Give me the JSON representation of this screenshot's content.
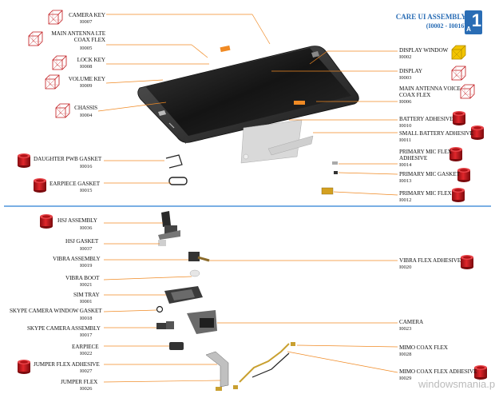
{
  "title": {
    "line1": "CARE UI ASSEMBLY",
    "line2": "(I0002 - I0016)",
    "badge_letter": "A",
    "badge_number": "1"
  },
  "watermark": {
    "text": "windowsmania.pl",
    "part1": "windows",
    "part2": "mania.pl"
  },
  "colors": {
    "orange_line": "#f08a24",
    "blue_divider": "#2a7fd4",
    "red_part": "#c0161a",
    "box_outline": "#c0161a",
    "yellow_box": "#f2c400"
  },
  "parts": [
    {
      "id": "camera-key",
      "label": "CAMERA KEY",
      "code": "I0007",
      "icon": "wireframe-box-icon"
    },
    {
      "id": "main-antenna-lte-coax-flex",
      "label": "MAIN ANTENNA LTE COAX FLEX",
      "label_line1": "MAIN ANTENNA LTE",
      "label_line2": "COAX FLEX",
      "code": "I0005",
      "icon": "wireframe-box-icon"
    },
    {
      "id": "lock-key",
      "label": "LOCK KEY",
      "code": "I0008",
      "icon": "wireframe-box-icon"
    },
    {
      "id": "volume-key",
      "label": "VOLUME KEY",
      "code": "I0009",
      "icon": "wireframe-box-icon"
    },
    {
      "id": "chassis",
      "label": "CHASSIS",
      "code": "I0004",
      "icon": "wireframe-box-icon"
    },
    {
      "id": "daughter-pwb-gasket",
      "label": "DAUGHTER PWB GASKET",
      "code": "I0016",
      "icon": "red-cylinder-icon"
    },
    {
      "id": "earpiece-gasket",
      "label": "EARPIECE GASKET",
      "code": "I0015",
      "icon": "red-cylinder-icon"
    },
    {
      "id": "display-window",
      "label": "DISPLAY WINDOW",
      "code": "I0002",
      "icon": "yellow-box-icon"
    },
    {
      "id": "display",
      "label": "DISPLAY",
      "code": "I0003",
      "icon": "wireframe-box-icon"
    },
    {
      "id": "main-antenna-voice-coax-flex",
      "label": "MAIN ANTENNA VOICE COAX FLEX",
      "label_line1": "MAIN ANTENNA VOICE",
      "label_line2": "COAX FLEX",
      "code": "I0006",
      "icon": "wireframe-box-icon"
    },
    {
      "id": "battery-adhesive",
      "label": "BATTERY ADHESIVE",
      "code": "I0010",
      "icon": "red-cylinder-icon"
    },
    {
      "id": "small-battery-adhesive",
      "label": "SMALL BATTERY ADHESIVE",
      "code": "I0011",
      "icon": "red-cylinder-icon"
    },
    {
      "id": "primary-mic-flex-adhesive",
      "label": "PRIMARY MIC FLEX ADHESIVE",
      "label_line1": "PRIMARY MIC FLEX",
      "label_line2": "ADHESIVE",
      "code": "I0014",
      "icon": "red-cylinder-icon"
    },
    {
      "id": "primary-mic-gasket",
      "label": "PRIMARY MIC GASKET",
      "code": "I0013",
      "icon": "red-cylinder-icon"
    },
    {
      "id": "primary-mic-flex",
      "label": "PRIMARY MIC FLEX",
      "code": "I0012",
      "icon": "red-cylinder-icon"
    },
    {
      "id": "hsj-assembly",
      "label": "HSJ ASSEMBLY",
      "code": "I0036",
      "icon": "red-cylinder-icon"
    },
    {
      "id": "hsj-gasket",
      "label": "HSJ GASKET",
      "code": "I0037"
    },
    {
      "id": "vibra-assembly",
      "label": "VIBRA ASSEMBLY",
      "code": "I0019"
    },
    {
      "id": "vibra-boot",
      "label": "VIBRA BOOT",
      "code": "I0021"
    },
    {
      "id": "sim-tray",
      "label": "SIM TRAY",
      "code": "I0001"
    },
    {
      "id": "skype-camera-window-gasket",
      "label": "SKYPE CAMERA WINDOW GASKET",
      "code": "I0018"
    },
    {
      "id": "skype-camera-assembly",
      "label": "SKYPE CAMERA ASSEMBLY",
      "code": "I0017"
    },
    {
      "id": "earpiece",
      "label": "EARPIECE",
      "code": "I0022"
    },
    {
      "id": "jumper-flex-adhesive",
      "label": "JUMPER FLEX ADHESIVE",
      "code": "I0027",
      "icon": "red-cylinder-icon"
    },
    {
      "id": "jumper-flex",
      "label": "JUMPER FLEX",
      "code": "I0026"
    },
    {
      "id": "vibra-flex-adhesive",
      "label": "VIBRA FLEX ADHESIVE",
      "code": "I0020",
      "icon": "red-cylinder-icon"
    },
    {
      "id": "camera",
      "label": "CAMERA",
      "code": "I0023"
    },
    {
      "id": "mimo-coax-flex",
      "label": "MIMO COAX FLEX",
      "code": "I0028"
    },
    {
      "id": "mimo-coax-flex-adhesive",
      "label": "MIMO COAX FLEX ADHESIVE",
      "code": "I0029",
      "icon": "red-cylinder-icon"
    }
  ]
}
